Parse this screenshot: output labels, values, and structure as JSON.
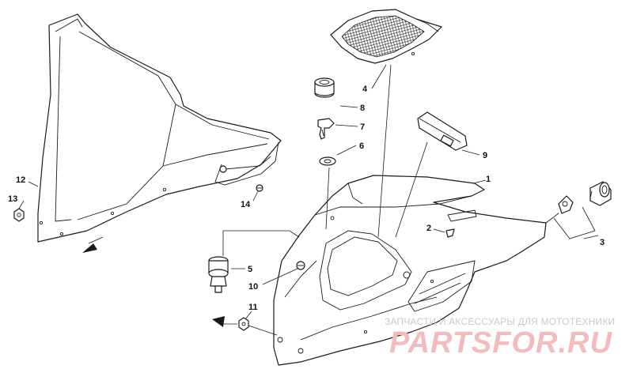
{
  "callouts": {
    "c1": "1",
    "c2": "2",
    "c3": "3",
    "c4": "4",
    "c5": "5",
    "c6": "6",
    "c7": "7",
    "c8": "8",
    "c9": "9",
    "c10": "10",
    "c11": "11",
    "c12": "12",
    "c13": "13",
    "c14": "14"
  },
  "watermark": {
    "line": "ЗАПЧАСТИ И АКСЕССУАРЫ ДЛЯ МОТОТЕХНИКИ",
    "logo": "PARTSFOR.RU"
  },
  "colors": {
    "line": "#1a1a1a",
    "watermark_text": "#c9c9c9",
    "watermark_logo": "#f2bcbc"
  }
}
